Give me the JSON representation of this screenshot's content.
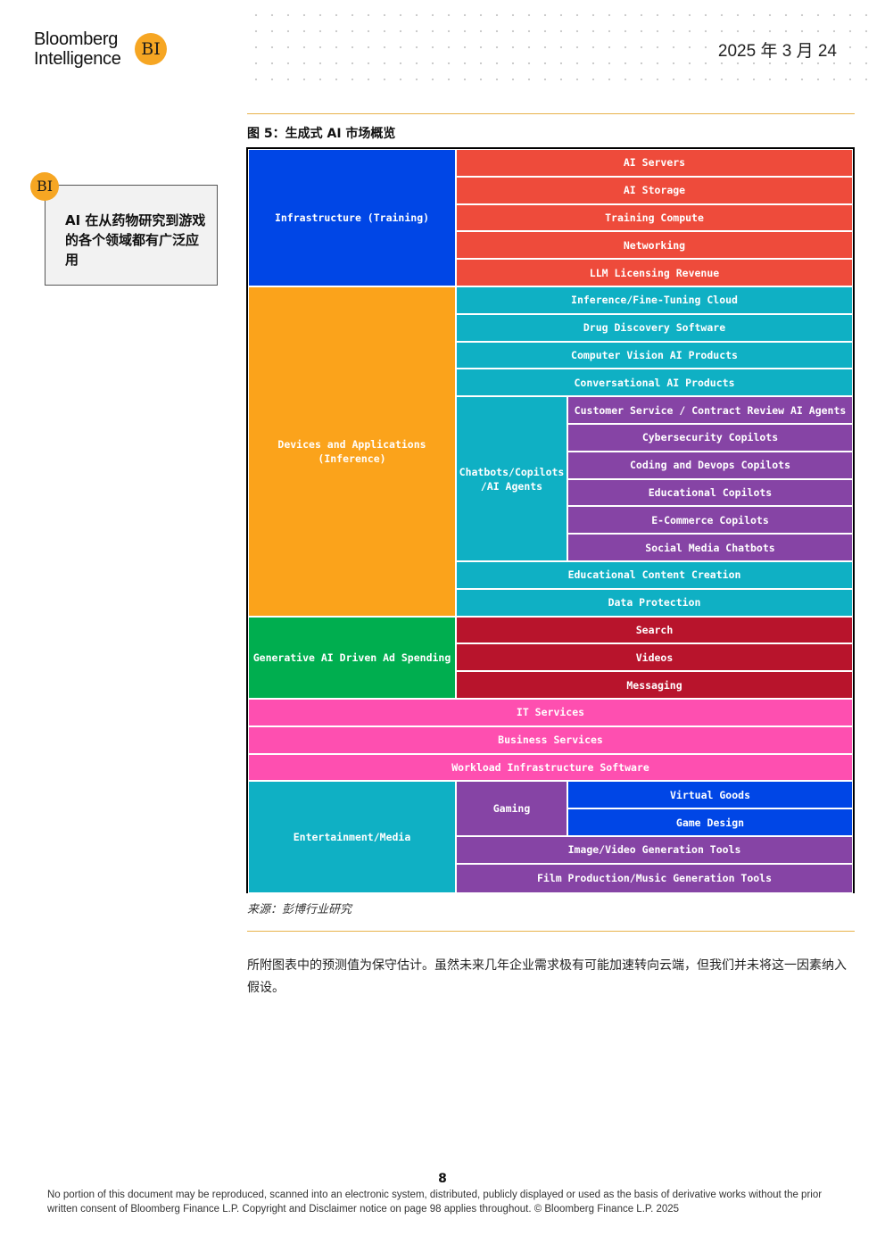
{
  "header": {
    "brand_line1": "Bloomberg",
    "brand_line2": "Intelligence",
    "badge": "BI",
    "date": "2025 年 3 月 24"
  },
  "figure": {
    "title": "图 5：生成式 AI 市场概览",
    "source": "来源：彭博行业研究"
  },
  "sidebar": {
    "badge": "BI",
    "callout": "AI 在从药物研究到游戏的各个领域都有广泛应用"
  },
  "treemap": {
    "colors": {
      "infrastructure": "#0046e6",
      "infrastructure_child": "#ee4b3b",
      "devices": "#fba31b",
      "devices_child": "#0fb0c4",
      "chatbots_child": "#8644a5",
      "ad": "#00ae4f",
      "ad_child": "#b8142c",
      "services": "#fe4fb0",
      "entertainment": "#0fb0c4",
      "gaming": "#8644a5",
      "gaming_child": "#0046e6",
      "entertainment_child": "#8644a5"
    },
    "groups": {
      "infrastructure": "Infrastructure (Training)",
      "devices": "Devices and Applications\n(Inference)",
      "chatbots": "Chatbots/Copilots\n/AI Agents",
      "ad": "Generative AI Driven Ad Spending",
      "entertainment": "Entertainment/Media",
      "gaming": "Gaming"
    },
    "infrastructure_items": [
      "AI Servers",
      "AI Storage",
      "Training Compute",
      "Networking",
      "LLM Licensing Revenue"
    ],
    "devices_items_top": [
      "Inference/Fine-Tuning Cloud",
      "Drug Discovery Software",
      "Computer Vision AI Products",
      "Conversational AI Products"
    ],
    "chatbots_items": [
      "Customer Service / Contract Review AI Agents",
      "Cybersecurity Copilots",
      "Coding and Devops Copilots",
      "Educational Copilots",
      "E-Commerce Copilots",
      "Social Media Chatbots"
    ],
    "devices_items_bottom": [
      "Educational Content Creation",
      "Data Protection"
    ],
    "ad_items": [
      "Search",
      "Videos",
      "Messaging"
    ],
    "services_items": [
      "IT Services",
      "Business Services",
      "Workload Infrastructure Software"
    ],
    "gaming_items": [
      "Virtual Goods",
      "Game Design"
    ],
    "entertainment_items": [
      "Image/Video Generation Tools",
      "Film Production/Music Generation Tools"
    ]
  },
  "body": {
    "paragraph": "所附图表中的预测值为保守估计。虽然未来几年企业需求极有可能加速转向云端，但我们并未将这一因素纳入假设。"
  },
  "footer": {
    "page_number": "8",
    "disclaimer": "No portion of this document may be reproduced, scanned into an electronic system, distributed, publicly displayed or used as the basis of derivative works without the prior written consent of Bloomberg Finance L.P. Copyright and Disclaimer notice on page 98 applies throughout. © Bloomberg Finance L.P. 2025"
  }
}
